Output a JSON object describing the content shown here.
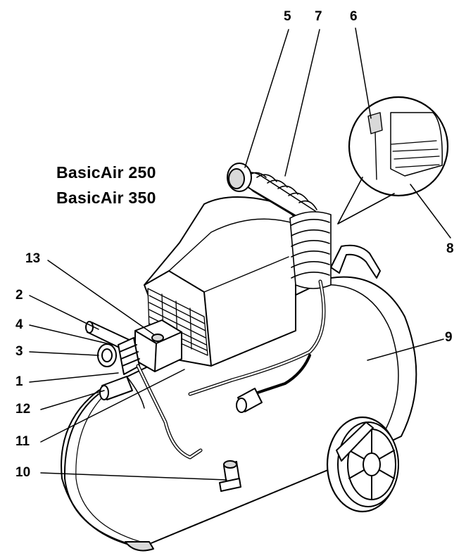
{
  "title": {
    "lines": [
      "BasicAir 250",
      "BasicAir 350"
    ]
  },
  "callouts": {
    "c5": "5",
    "c7": "7",
    "c6": "6",
    "c8": "8",
    "c13": "13",
    "c2": "2",
    "c4": "4",
    "c3": "3",
    "c1": "1",
    "c12": "12",
    "c11": "11",
    "c9": "9",
    "c10": "10"
  },
  "colors": {
    "line": "#000000",
    "fill": "#ffffff",
    "shade": "#d9d9d9"
  }
}
